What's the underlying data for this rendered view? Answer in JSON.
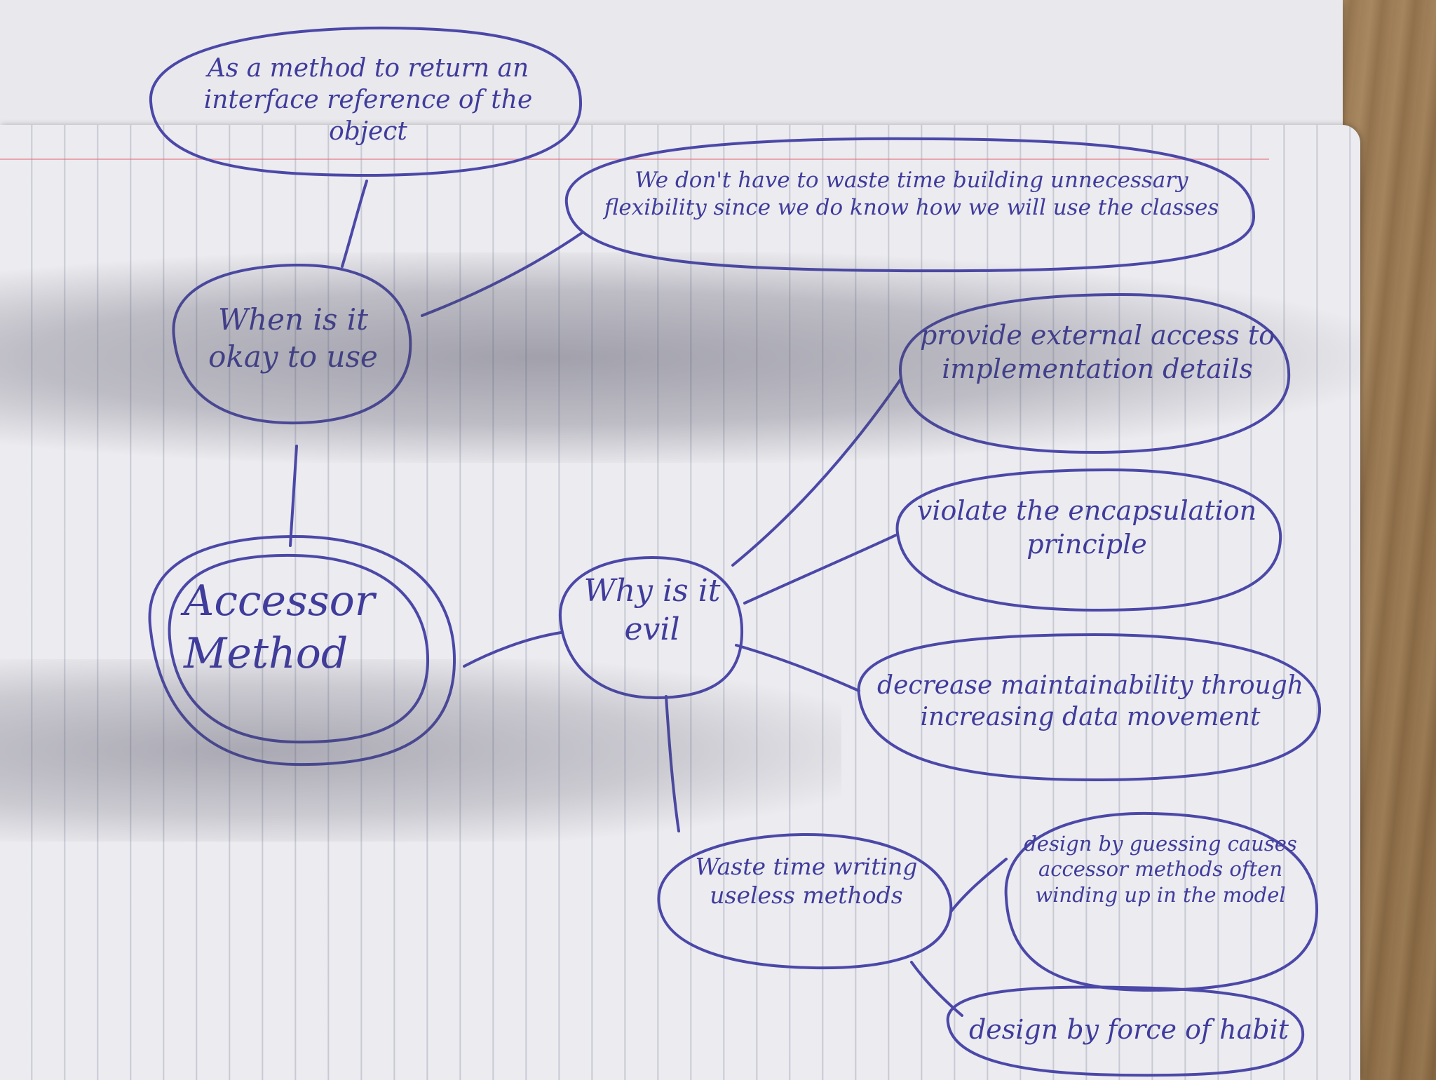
{
  "diagram": {
    "nodes": {
      "center": "Accessor Method",
      "when": "When is it okay to use",
      "why": "Why is it evil",
      "as_method": "As a method to return an interface reference of the object",
      "flexibility": "We don't have to waste time building unnecessary flexibility since we do know how we will use the classes",
      "external_access": "provide external access to implementation details",
      "violate": "violate the encapsulation principle",
      "maintainability": "decrease maintainability through increasing data movement",
      "waste_time": "Waste time writing useless methods",
      "design_guessing": "design by guessing causes accessor methods often winding up in the model",
      "force_habit": "design by force of habit"
    },
    "ink_color": "#4b48a8"
  }
}
